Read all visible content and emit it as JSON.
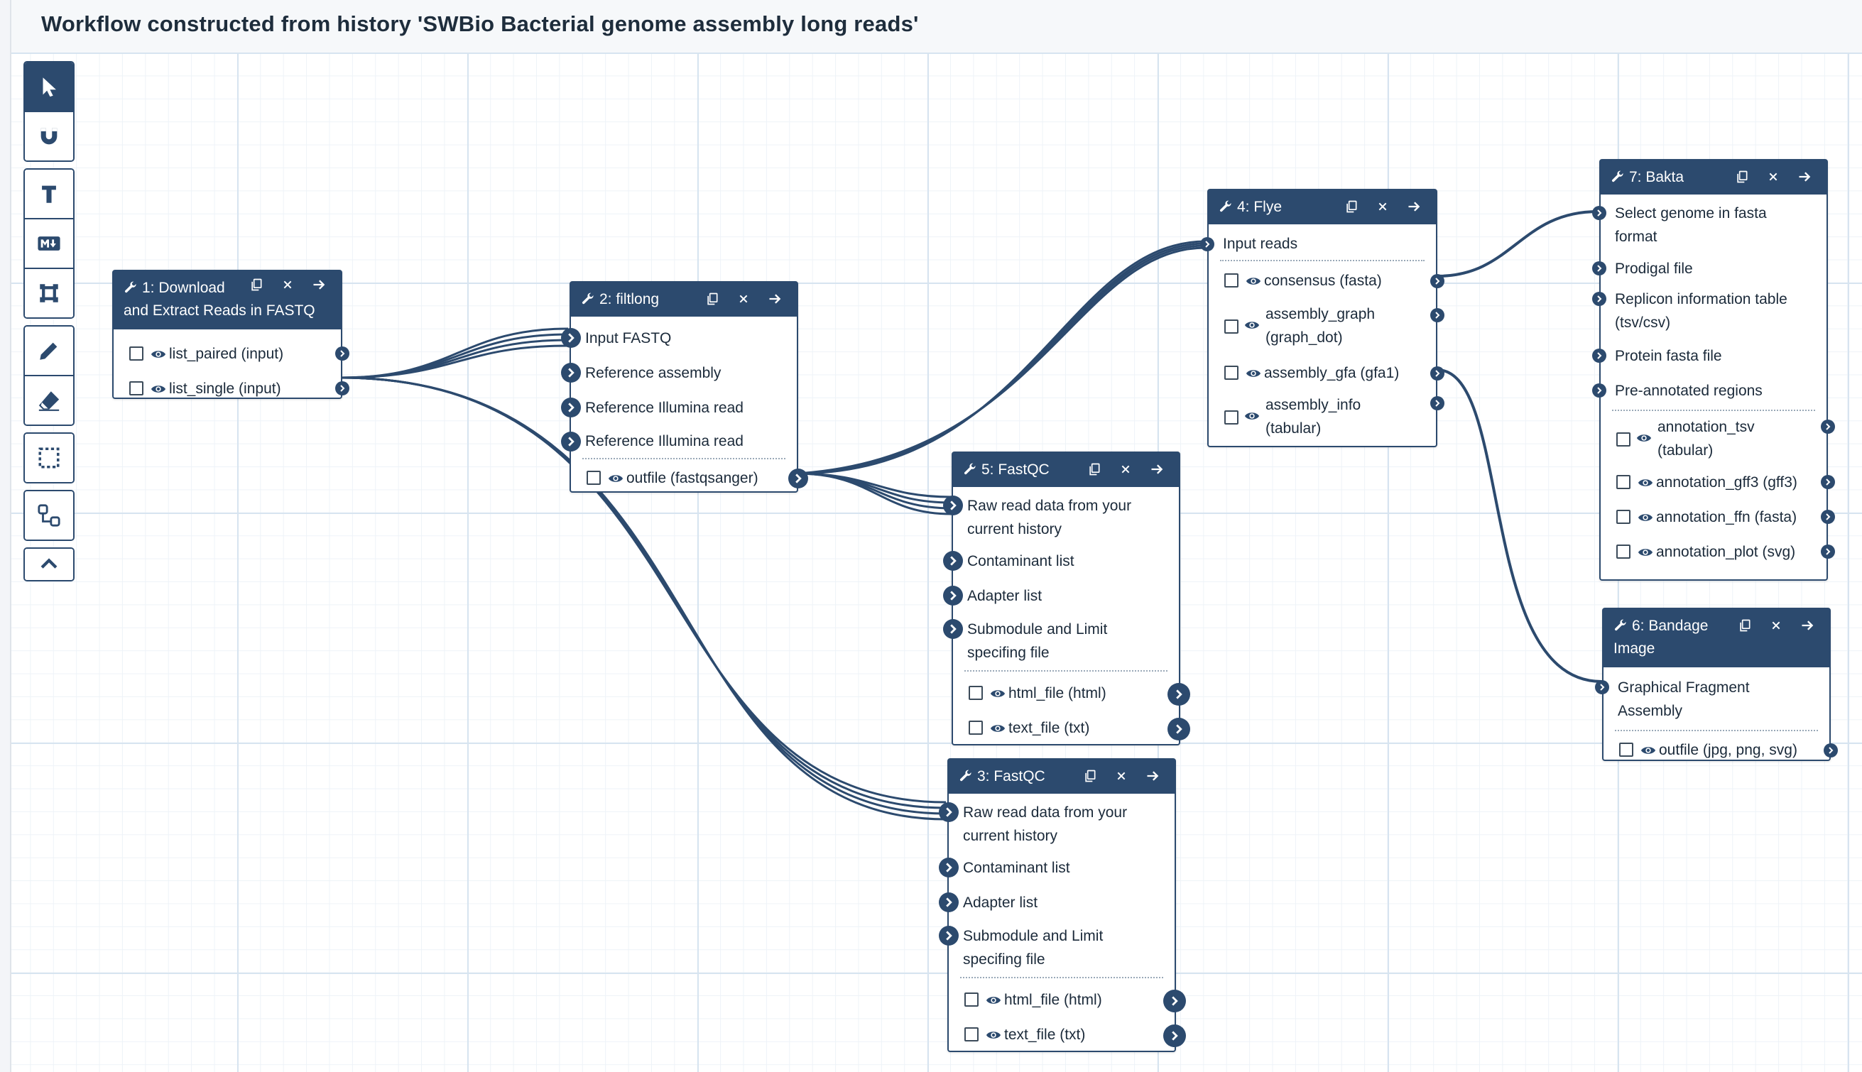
{
  "title": "Workflow constructed from history 'SWBio Bacterial genome assembly long reads'",
  "toolbar": {
    "tools": [
      "pointer-tool",
      "magnet-snap-tool",
      "text-tool",
      "markdown-tool",
      "frame-tool",
      "pencil-tool",
      "eraser-tool",
      "box-select-tool",
      "auto-layout-tool",
      "collapse-toolbar"
    ]
  },
  "nodes": {
    "download": {
      "title": "1: Download and Extract Reads in FASTQ",
      "title_line1": "1: Download",
      "title_line2": "and Extract Reads in FASTQ",
      "outputs": [
        "list_paired (input)",
        "list_single (input)"
      ]
    },
    "filtlong": {
      "title": "2: filtlong",
      "inputs": [
        "Input FASTQ",
        "Reference assembly",
        "Reference Illumina read",
        "Reference Illumina read"
      ],
      "outputs": [
        "outfile (fastqsanger)"
      ]
    },
    "fastqc3": {
      "title": "3: FastQC",
      "inputs": [
        "Raw read data from your",
        "current history",
        "Contaminant list",
        "Adapter list",
        "Submodule and Limit",
        "specifing file"
      ],
      "outputs": [
        "html_file (html)",
        "text_file (txt)"
      ]
    },
    "flye": {
      "title": "4: Flye",
      "inputs": [
        "Input reads"
      ],
      "outputs": [
        "consensus (fasta)",
        "assembly_graph",
        "(graph_dot)",
        "assembly_gfa (gfa1)",
        "assembly_info",
        "(tabular)"
      ]
    },
    "fastqc5": {
      "title": "5: FastQC",
      "inputs": [
        "Raw read data from your",
        "current history",
        "Contaminant list",
        "Adapter list",
        "Submodule and Limit",
        "specifing file"
      ],
      "outputs": [
        "html_file (html)",
        "text_file (txt)"
      ]
    },
    "bandage": {
      "title_line1": "6: Bandage",
      "title_line2": "Image",
      "inputs": [
        "Graphical Fragment",
        "Assembly"
      ],
      "outputs": [
        "outfile (jpg, png, svg)"
      ]
    },
    "bakta": {
      "title": "7: Bakta",
      "inputs": [
        "Select genome in fasta",
        "format",
        "Prodigal file",
        "Replicon information table",
        "(tsv/csv)",
        "Protein fasta file",
        "Pre-annotated regions"
      ],
      "outputs": [
        "annotation_tsv",
        "(tabular)",
        "annotation_gff3 (gff3)",
        "annotation_ffn (fasta)",
        "annotation_plot (svg)"
      ]
    }
  },
  "colors": {
    "node_header": "#2c4a6e",
    "wire": "#2c4a6e",
    "grid": "#d7e4f0"
  }
}
